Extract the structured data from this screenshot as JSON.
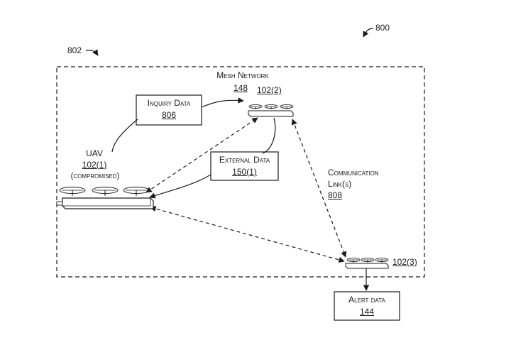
{
  "figure": {
    "ref_figure": "800",
    "ref_area": "802",
    "mesh_network": {
      "title": "Mesh Network",
      "ref": "148"
    },
    "inquiry_data": {
      "title": "Inquiry Data",
      "ref": "806"
    },
    "external_data": {
      "title": "External Data",
      "ref": "150(1)"
    },
    "uav_1": {
      "title": "UAV",
      "ref": "102(1)",
      "status": "(compromised)"
    },
    "uav_2": {
      "ref": "102(2)"
    },
    "uav_3": {
      "ref": "102(3)"
    },
    "communication_links": {
      "line1": "Communication",
      "line2": "Link(s)",
      "ref": "808"
    },
    "alert_data": {
      "title": "Alert data",
      "ref": "144"
    }
  }
}
